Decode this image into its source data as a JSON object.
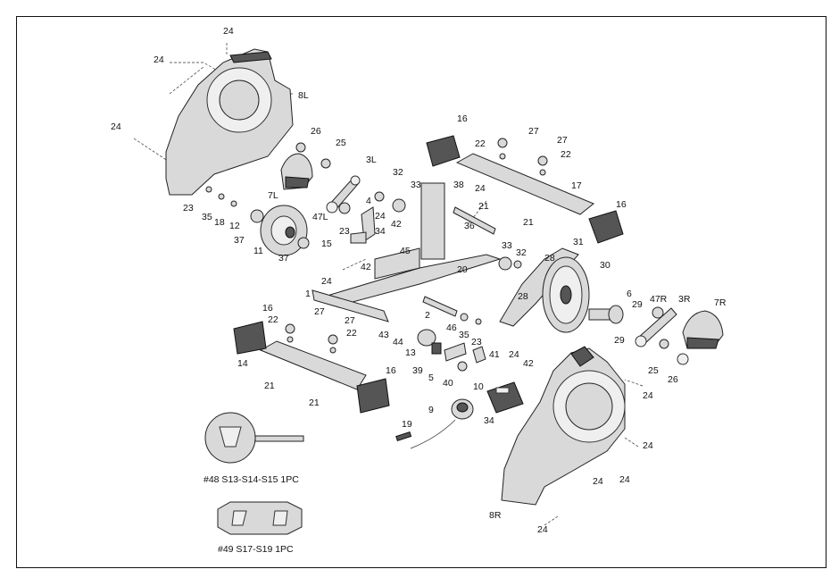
{
  "tools": [
    {
      "caption": "#48 S13-S14-S15 1PC"
    },
    {
      "caption": "#49 S17-S19 1PC"
    }
  ],
  "callouts": [
    {
      "id": "c1",
      "text": "24"
    },
    {
      "id": "c2",
      "text": "24"
    },
    {
      "id": "c3",
      "text": "8L"
    },
    {
      "id": "c4",
      "text": "24"
    },
    {
      "id": "c5",
      "text": "26"
    },
    {
      "id": "c6",
      "text": "25"
    },
    {
      "id": "c7",
      "text": "16"
    },
    {
      "id": "c8",
      "text": "27"
    },
    {
      "id": "c9",
      "text": "22"
    },
    {
      "id": "c10",
      "text": "27"
    },
    {
      "id": "c11",
      "text": "22"
    },
    {
      "id": "c12",
      "text": "3L"
    },
    {
      "id": "c13",
      "text": "32"
    },
    {
      "id": "c14",
      "text": "38"
    },
    {
      "id": "c15",
      "text": "24"
    },
    {
      "id": "c16",
      "text": "17"
    },
    {
      "id": "c17",
      "text": "7L"
    },
    {
      "id": "c18",
      "text": "33"
    },
    {
      "id": "c19",
      "text": "4"
    },
    {
      "id": "c20",
      "text": "21"
    },
    {
      "id": "c21",
      "text": "16"
    },
    {
      "id": "c22",
      "text": "23"
    },
    {
      "id": "c23",
      "text": "35"
    },
    {
      "id": "c24",
      "text": "18"
    },
    {
      "id": "c25",
      "text": "12"
    },
    {
      "id": "c26",
      "text": "47L"
    },
    {
      "id": "c27",
      "text": "24"
    },
    {
      "id": "c28",
      "text": "42"
    },
    {
      "id": "c29",
      "text": "36"
    },
    {
      "id": "c30",
      "text": "21"
    },
    {
      "id": "c31",
      "text": "37"
    },
    {
      "id": "c32",
      "text": "23"
    },
    {
      "id": "c33",
      "text": "34"
    },
    {
      "id": "c34",
      "text": "33"
    },
    {
      "id": "c35",
      "text": "32"
    },
    {
      "id": "c36",
      "text": "31"
    },
    {
      "id": "c37",
      "text": "11"
    },
    {
      "id": "c38",
      "text": "15"
    },
    {
      "id": "c39",
      "text": "45"
    },
    {
      "id": "c40",
      "text": "37"
    },
    {
      "id": "c41",
      "text": "28"
    },
    {
      "id": "c42",
      "text": "42"
    },
    {
      "id": "c43",
      "text": "30"
    },
    {
      "id": "c44",
      "text": "20"
    },
    {
      "id": "c45",
      "text": "24"
    },
    {
      "id": "c46",
      "text": "28"
    },
    {
      "id": "c47",
      "text": "1"
    },
    {
      "id": "c48",
      "text": "6"
    },
    {
      "id": "c49",
      "text": "47R"
    },
    {
      "id": "c50",
      "text": "3R"
    },
    {
      "id": "c51",
      "text": "7R"
    },
    {
      "id": "c52",
      "text": "16"
    },
    {
      "id": "c53",
      "text": "27"
    },
    {
      "id": "c54",
      "text": "2"
    },
    {
      "id": "c55",
      "text": "29"
    },
    {
      "id": "c56",
      "text": "22"
    },
    {
      "id": "c57",
      "text": "27"
    },
    {
      "id": "c58",
      "text": "46"
    },
    {
      "id": "c59",
      "text": "35"
    },
    {
      "id": "c60",
      "text": "43"
    },
    {
      "id": "c61",
      "text": "22"
    },
    {
      "id": "c62",
      "text": "44"
    },
    {
      "id": "c63",
      "text": "23"
    },
    {
      "id": "c64",
      "text": "29"
    },
    {
      "id": "c65",
      "text": "13"
    },
    {
      "id": "c66",
      "text": "41"
    },
    {
      "id": "c67",
      "text": "14"
    },
    {
      "id": "c68",
      "text": "39"
    },
    {
      "id": "c69",
      "text": "24"
    },
    {
      "id": "c70",
      "text": "16"
    },
    {
      "id": "c71",
      "text": "5"
    },
    {
      "id": "c72",
      "text": "42"
    },
    {
      "id": "c73",
      "text": "25"
    },
    {
      "id": "c74",
      "text": "26"
    },
    {
      "id": "c75",
      "text": "40"
    },
    {
      "id": "c76",
      "text": "21"
    },
    {
      "id": "c77",
      "text": "10"
    },
    {
      "id": "c78",
      "text": "24"
    },
    {
      "id": "c79",
      "text": "21"
    },
    {
      "id": "c80",
      "text": "9"
    },
    {
      "id": "c81",
      "text": "34"
    },
    {
      "id": "c82",
      "text": "19"
    },
    {
      "id": "c83",
      "text": "24"
    },
    {
      "id": "c84",
      "text": "24"
    },
    {
      "id": "c85",
      "text": "24"
    },
    {
      "id": "c86",
      "text": "8R"
    },
    {
      "id": "c87",
      "text": "24"
    }
  ]
}
